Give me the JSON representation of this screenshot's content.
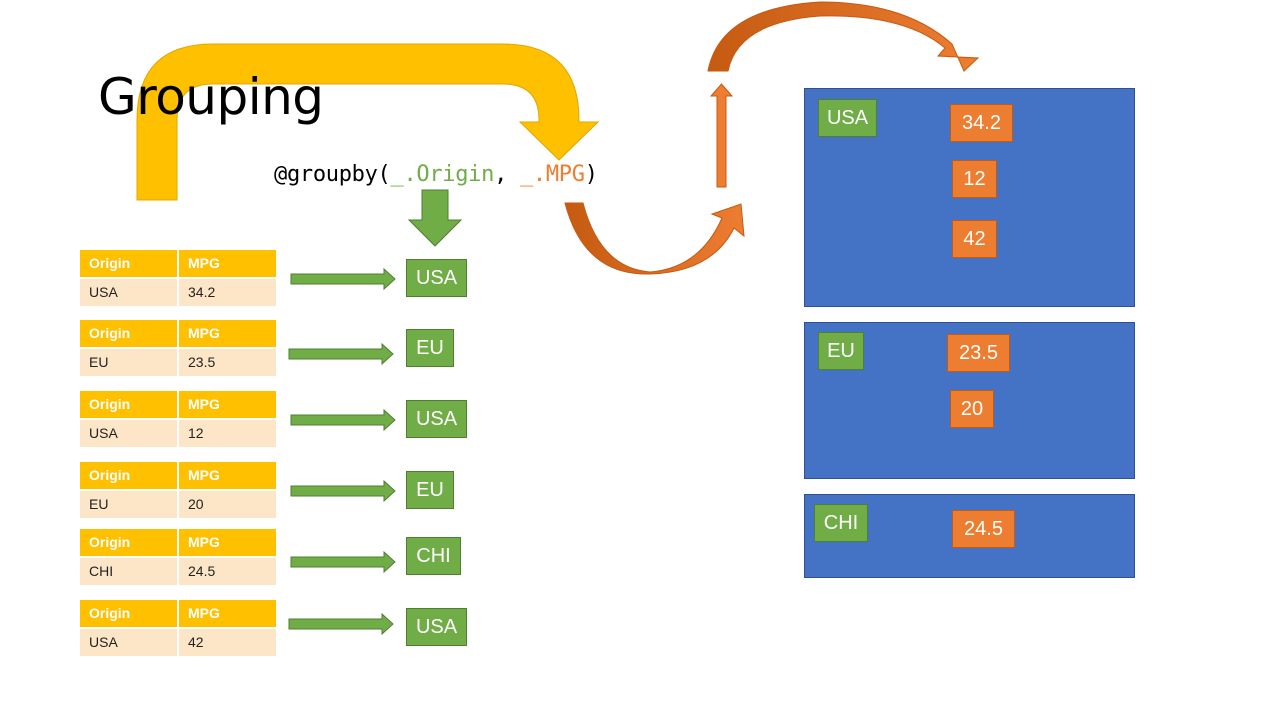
{
  "title": "Grouping",
  "code": {
    "prefix": "@groupby(",
    "arg1": "_.Origin",
    "sep": ", ",
    "arg2": "_.MPG",
    "suffix": ")"
  },
  "columns": [
    "Origin",
    "MPG"
  ],
  "rows": [
    {
      "origin": "USA",
      "mpg": "34.2"
    },
    {
      "origin": "EU",
      "mpg": "23.5"
    },
    {
      "origin": "USA",
      "mpg": "12"
    },
    {
      "origin": "EU",
      "mpg": "20"
    },
    {
      "origin": "CHI",
      "mpg": "24.5"
    },
    {
      "origin": "USA",
      "mpg": "42"
    }
  ],
  "keys": [
    "USA",
    "EU",
    "USA",
    "EU",
    "CHI",
    "USA"
  ],
  "groups": [
    {
      "key": "USA",
      "values": [
        "34.2",
        "12",
        "42"
      ]
    },
    {
      "key": "EU",
      "values": [
        "23.5",
        "20"
      ]
    },
    {
      "key": "CHI",
      "values": [
        "24.5"
      ]
    }
  ],
  "colors": {
    "gold": "#ffc000",
    "green": "#70ad47",
    "orange": "#ed7d31",
    "dark_orange": "#c55a11",
    "panel_blue": "#4472c4",
    "row_fill": "#fde6c8"
  }
}
